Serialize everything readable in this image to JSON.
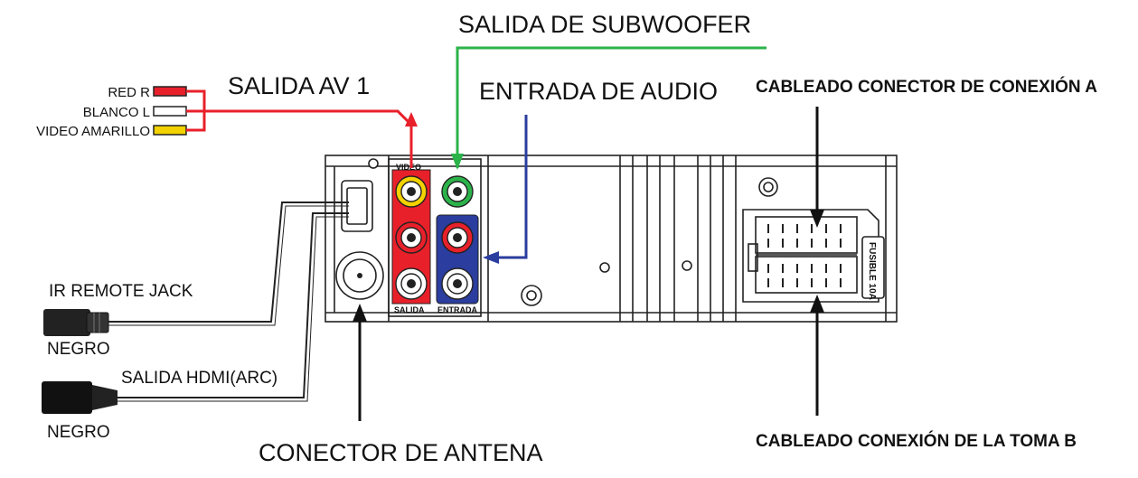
{
  "labels": {
    "salida_av1": "SALIDA AV 1",
    "salida_subwoofer": "SALIDA DE SUBWOOFER",
    "entrada_audio": "ENTRADA DE AUDIO",
    "conector_a": "CABLEADO CONECTOR DE CONEXIÓN A",
    "conector_b": "CABLEADO CONEXIÓN DE LA TOMA B",
    "conector_antena": "CONECTOR DE ANTENA",
    "ir_remote": "IR REMOTE JACK",
    "negro_1": "NEGRO",
    "hdmi": "SALIDA HDMI(ARC)",
    "negro_2": "NEGRO",
    "red_r": "RED R",
    "blanco_l": "BLANCO L",
    "video_amarillo": "VIDEO AMARILLO"
  },
  "panel": {
    "video": "VIDEO",
    "salida": "SALIDA",
    "entrada": "ENTRADA",
    "fusible": "FUSIBLE 10A"
  },
  "colors": {
    "red": "#e8202a",
    "green": "#2bb34a",
    "blue": "#2b3d9e",
    "yellow": "#f3d200",
    "white": "#ffffff",
    "dark": "#222222"
  }
}
